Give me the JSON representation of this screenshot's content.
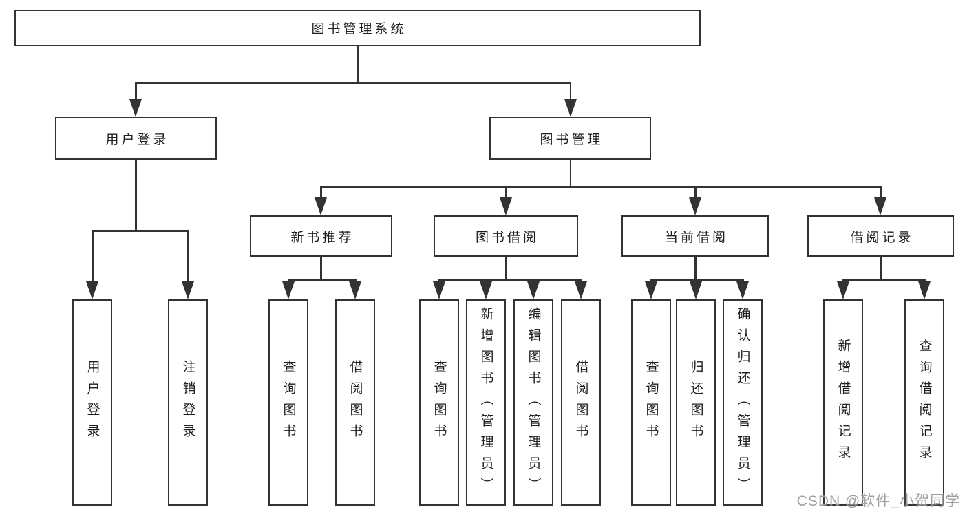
{
  "diagram": {
    "root": "图书管理系统",
    "level2": {
      "user_login": "用户登录",
      "book_management": "图书管理"
    },
    "level3": {
      "new_book_recommend": "新书推荐",
      "book_borrowing": "图书借阅",
      "current_borrowing": "当前借阅",
      "borrowing_records": "借阅记录"
    },
    "leaves": {
      "user_login": [
        "用户登录",
        "注销登录"
      ],
      "new_book_recommend": [
        "查询图书",
        "借阅图书"
      ],
      "book_borrowing": [
        "查询图书",
        "新增图书（管理员）",
        "编辑图书（管理员）",
        "借阅图书"
      ],
      "current_borrowing": [
        "查询图书",
        "归还图书",
        "确认归还（管理员）"
      ],
      "borrowing_records": [
        "新增借阅记录",
        "查询借阅记录"
      ]
    }
  },
  "watermark": {
    "text": "CSDN @软件_小贺同学"
  },
  "colors": {
    "line": "#333333",
    "text": "#1f1f1f",
    "watermark": "#969696",
    "background": "#ffffff"
  }
}
